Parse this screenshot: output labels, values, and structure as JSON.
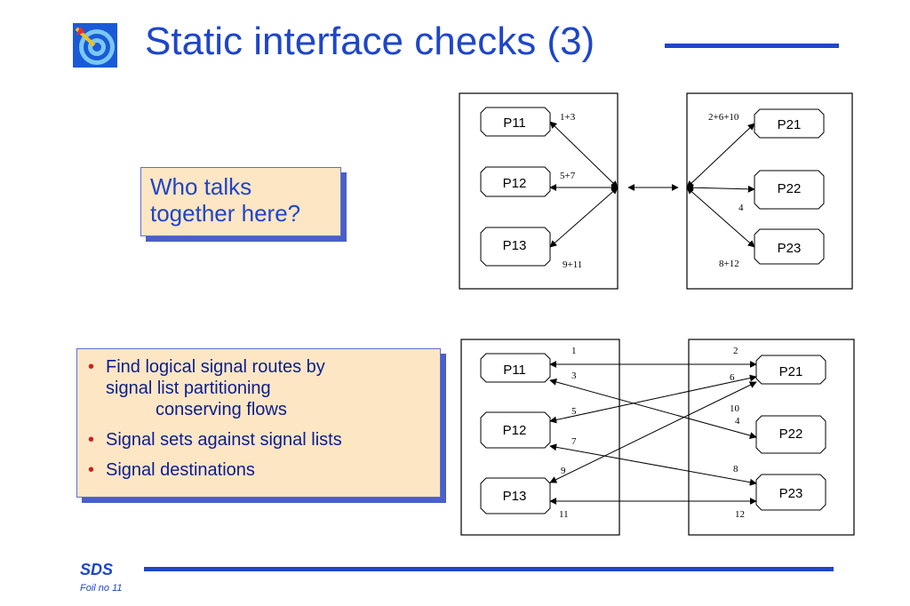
{
  "slide": {
    "title": "Static interface checks (3)",
    "logo_icon": "target-logo-icon",
    "accent_color": "#1e46c8"
  },
  "callout": {
    "lines": [
      "Who talks",
      "together here?"
    ]
  },
  "bullets": [
    {
      "lines": [
        "Find logical signal routes by",
        "signal list partitioning",
        "conserving flows"
      ]
    },
    {
      "lines": [
        "Signal sets against signal lists"
      ]
    },
    {
      "lines": [
        "Signal destinations"
      ]
    }
  ],
  "diagram_top": {
    "left_processes": [
      "P11",
      "P12",
      "P13"
    ],
    "right_processes": [
      "P21",
      "P22",
      "P23"
    ],
    "left_labels": [
      "1+3",
      "5+7",
      "9+11"
    ],
    "right_labels": [
      "2+6+10",
      "4",
      "8+12"
    ]
  },
  "diagram_bottom": {
    "left_processes": [
      "P11",
      "P12",
      "P13"
    ],
    "right_processes": [
      "P21",
      "P22",
      "P23"
    ],
    "left_labels": [
      "1",
      "3",
      "5",
      "7",
      "9",
      "11"
    ],
    "right_labels": [
      "2",
      "6",
      "10",
      "4",
      "8",
      "12"
    ]
  },
  "footer": {
    "brand": "SDS",
    "foil": "Foil no 11"
  }
}
